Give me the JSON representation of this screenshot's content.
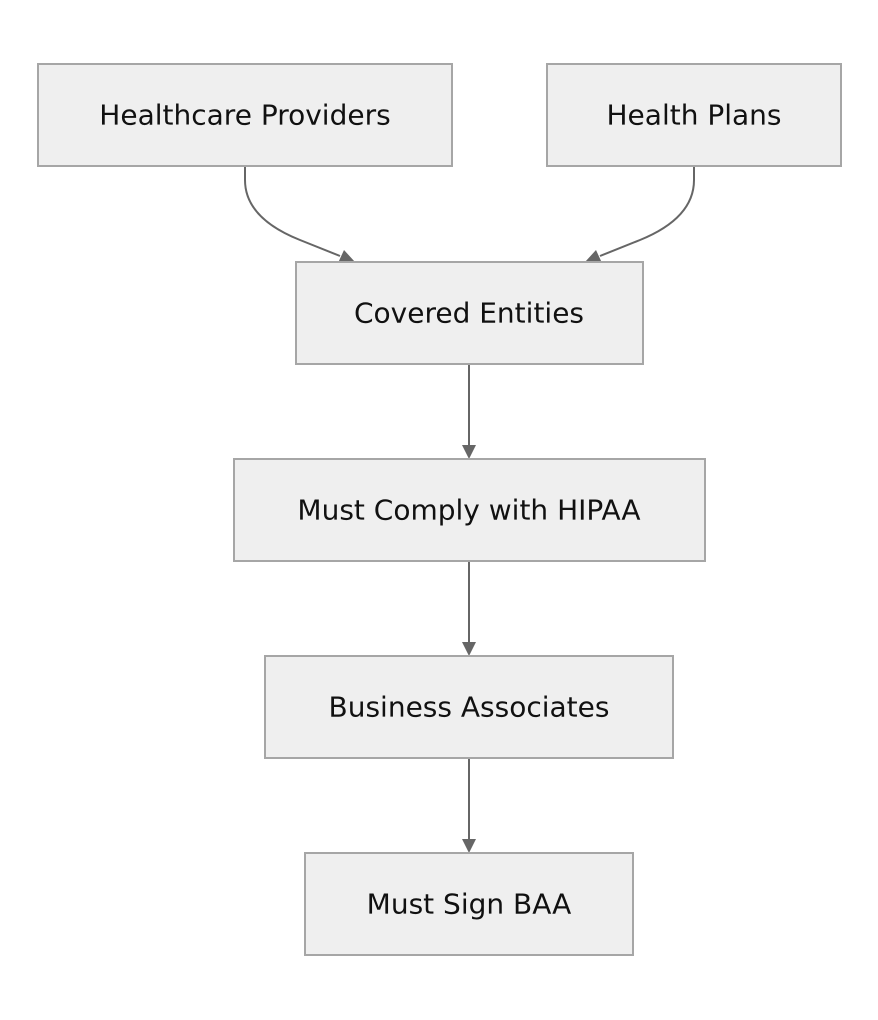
{
  "diagram": {
    "type": "flowchart",
    "nodes": {
      "healthcare_providers": "Healthcare Providers",
      "health_plans": "Health Plans",
      "covered_entities": "Covered Entities",
      "must_comply": "Must Comply with HIPAA",
      "business_associates": "Business Associates",
      "must_sign_baa": "Must Sign BAA"
    },
    "edges": [
      {
        "from": "healthcare_providers",
        "to": "covered_entities"
      },
      {
        "from": "health_plans",
        "to": "covered_entities"
      },
      {
        "from": "covered_entities",
        "to": "must_comply"
      },
      {
        "from": "must_comply",
        "to": "business_associates"
      },
      {
        "from": "business_associates",
        "to": "must_sign_baa"
      }
    ],
    "colors": {
      "node_fill": "#efefef",
      "node_border": "#a6a6a6",
      "edge": "#666666",
      "text": "#111111"
    }
  }
}
